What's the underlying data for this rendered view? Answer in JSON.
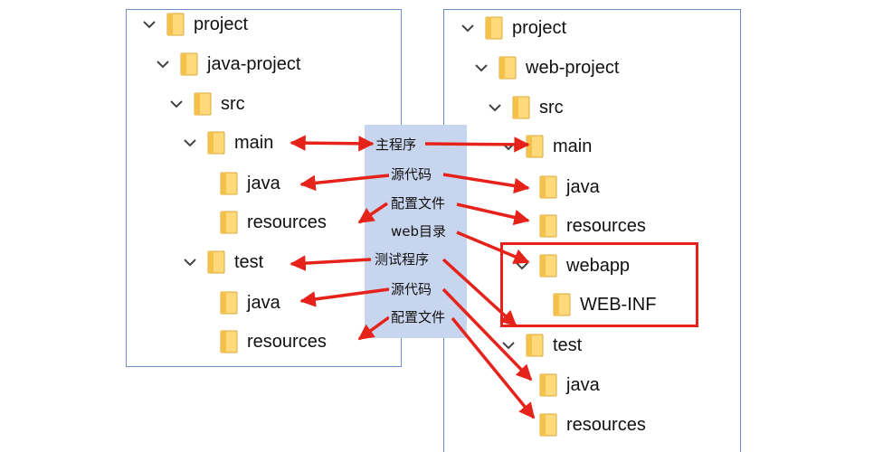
{
  "left_tree": {
    "nodes": [
      {
        "label": "project",
        "expandable": true
      },
      {
        "label": "java-project",
        "expandable": true
      },
      {
        "label": "src",
        "expandable": true
      },
      {
        "label": "main",
        "expandable": true
      },
      {
        "label": "java",
        "expandable": false
      },
      {
        "label": "resources",
        "expandable": false
      },
      {
        "label": "test",
        "expandable": true
      },
      {
        "label": "java",
        "expandable": false
      },
      {
        "label": "resources",
        "expandable": false
      }
    ]
  },
  "right_tree": {
    "nodes": [
      {
        "label": "project",
        "expandable": true
      },
      {
        "label": "web-project",
        "expandable": true
      },
      {
        "label": "src",
        "expandable": true
      },
      {
        "label": "main",
        "expandable": true
      },
      {
        "label": "java",
        "expandable": false
      },
      {
        "label": "resources",
        "expandable": false
      },
      {
        "label": "webapp",
        "expandable": true
      },
      {
        "label": "WEB-INF",
        "expandable": false
      },
      {
        "label": "test",
        "expandable": true
      },
      {
        "label": "java",
        "expandable": false
      },
      {
        "label": "resources",
        "expandable": false
      }
    ]
  },
  "annotations": [
    {
      "label": "主程序"
    },
    {
      "label": "源代码"
    },
    {
      "label": "配置文件"
    },
    {
      "label": "web目录"
    },
    {
      "label": "测试程序"
    },
    {
      "label": "源代码"
    },
    {
      "label": "配置文件"
    }
  ],
  "icons": {
    "chevron": "chevron-down-icon",
    "folder": "folder-icon"
  },
  "colors": {
    "arrow": "#e5231b",
    "center_strip": "#c7d6ee",
    "panel_border": "#6b8cc7",
    "folder_fill": "#ffd97a"
  }
}
